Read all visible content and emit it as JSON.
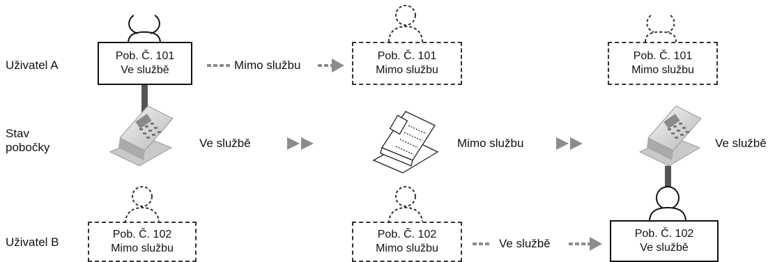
{
  "rows": {
    "user_a": "Uživatel A",
    "extension_state_line1": "Stav",
    "extension_state_line2": "pobočky",
    "user_b": "Uživatel B"
  },
  "user_a_boxes": [
    {
      "line1": "Pob. Č. 101",
      "line2": "Ve službě"
    },
    {
      "line1": "Pob. Č. 101",
      "line2": "Mimo službu"
    },
    {
      "line1": "Pob. Č. 101",
      "line2": "Mimo službu"
    }
  ],
  "user_b_boxes": [
    {
      "line1": "Pob. Č. 102",
      "line2": "Mimo službu"
    },
    {
      "line1": "Pob. Č. 102",
      "line2": "Mimo službu"
    },
    {
      "line1": "Pob. Č. 102",
      "line2": "Ve službě"
    }
  ],
  "transitions": {
    "user_a_action": "Mimo službu",
    "user_b_action": "Ve službě"
  },
  "phone_states": [
    "Ve službě",
    "Mimo službu",
    "Ve službě"
  ],
  "colors": {
    "line": "#111111",
    "arrow": "#8c8c8c",
    "connector": "#555555",
    "phone_body": "#d8d8d8"
  },
  "icons": [
    "person-icon",
    "desk-phone-icon",
    "double-arrow-icon",
    "dashed-arrow-icon"
  ]
}
